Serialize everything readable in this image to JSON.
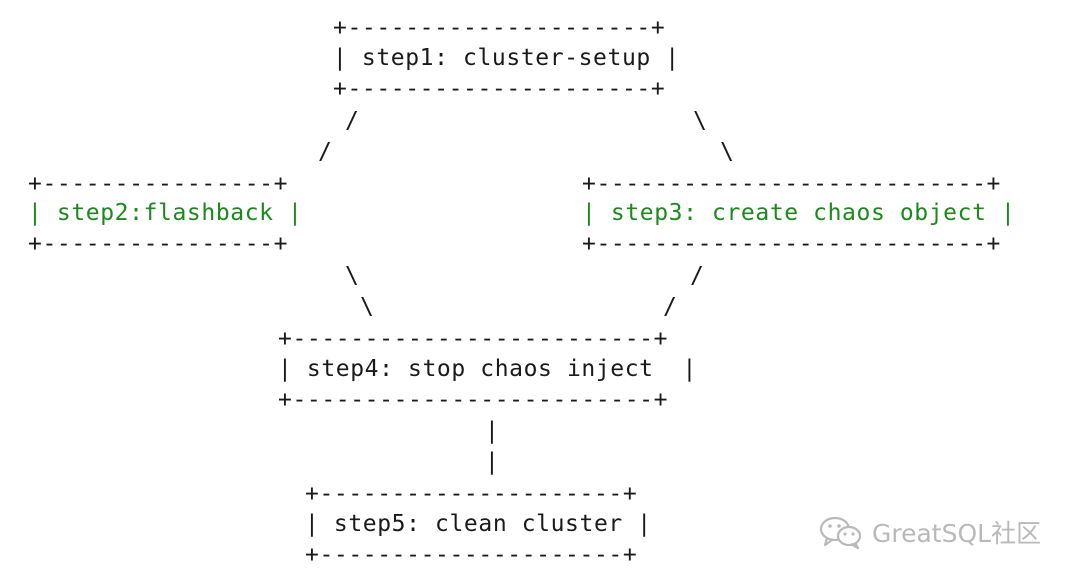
{
  "diagram": {
    "step1": {
      "border": "+---------------------+",
      "text": "| step1: cluster-setup |"
    },
    "step2": {
      "border": "+----------------+",
      "text": "| step2:flashback |"
    },
    "step3": {
      "border": "+---------------------------+",
      "text": "| step3: create chaos object |"
    },
    "step4": {
      "border": "+-------------------------+",
      "text": "| step4: stop chaos inject  |"
    },
    "step5": {
      "border": "+---------------------+",
      "text": "| step5: clean cluster |"
    },
    "connectors": {
      "slash": "/",
      "backslash": "\\",
      "pipe": "|"
    }
  },
  "colors": {
    "text": "#1a1a1a",
    "highlight": "#1b8a1b",
    "watermark": "#b9b9b9"
  },
  "watermark": {
    "icon": "wechat-icon",
    "text": "GreatSQL社区"
  }
}
